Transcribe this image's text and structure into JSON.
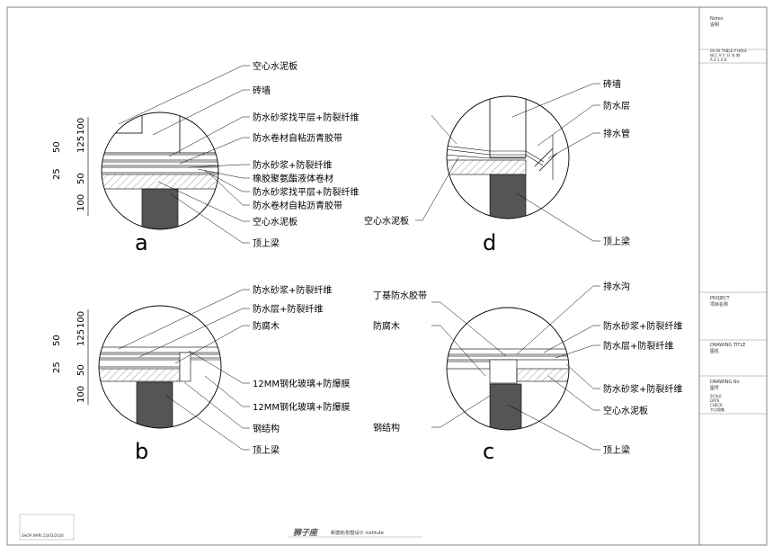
{
  "details": {
    "a": {
      "letter": "a",
      "labels": [
        "空心水泥板",
        "砖墙",
        "防水砂浆找平层+防裂纤维",
        "防水卷材自粘沥青胶带",
        "防水砂浆+防裂纤维",
        "橡胶聚氨酯液体卷材",
        "防水砂浆找平层+防裂纤维",
        "防水卷材自粘沥青胶带",
        "空心水泥板",
        "顶上梁"
      ],
      "dims": [
        "100",
        "125",
        "50",
        "25",
        "50",
        "100"
      ]
    },
    "b": {
      "letter": "b",
      "labels": [
        "防水砂浆+防裂纤维",
        "防水层+防裂纤维",
        "防腐木",
        "12MM钢化玻璃+防爆膜",
        "12MM钢化玻璃+防爆膜",
        "钢结构",
        "顶上梁"
      ],
      "dims": [
        "100",
        "125",
        "50",
        "25",
        "50",
        "100"
      ]
    },
    "c": {
      "letter": "c",
      "labels": [
        "丁基防水胶带",
        "防腐木",
        "钢结构",
        "排水沟",
        "防水砂浆+防裂纤维",
        "防水层+防裂纤维",
        "防水砂浆+防裂纤维",
        "空心水泥板",
        "顶上梁"
      ]
    },
    "d": {
      "letter": "d",
      "labels": [
        "砖墙",
        "防水层",
        "排水管",
        "空心水泥板",
        "顶上梁"
      ]
    }
  },
  "title_block": {
    "notes_title": "Notes",
    "notes_cn": "说明",
    "notes_small": [
      "00 00  TABLE P HOLE",
      "修订 尺寸  日  年  期",
      "A 0 1 4 8"
    ],
    "project_title": "PROJECT",
    "project_cn": "项目名称",
    "drawing_title": "DRAWING TITLE",
    "drawing_title_cn": "图名",
    "drawing_no": "DRAWING No",
    "drawing_no_cn": "图号",
    "drawing_no_small": [
      "SCALE",
      "DATE",
      "CHECK",
      "节点图集"
    ]
  },
  "footer": {
    "logo": "狮子座",
    "subtitle": "新建房/别墅设计 institute",
    "stamp": "SHOP  AMRI  22/03/2016"
  }
}
